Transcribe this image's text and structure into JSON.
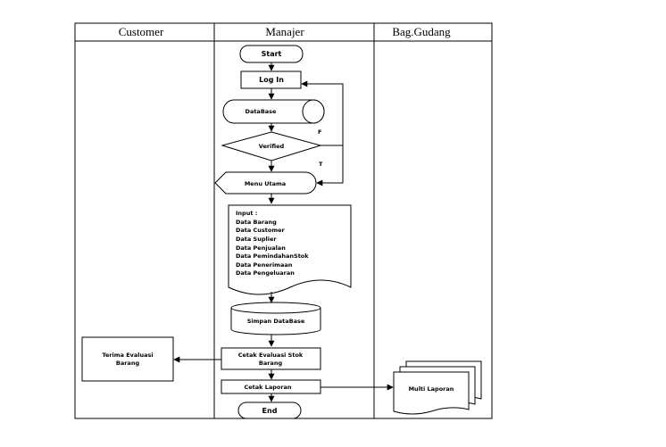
{
  "lanes": [
    {
      "title": "Customer"
    },
    {
      "title": "Manajer"
    },
    {
      "title": "Bag.Gudang"
    }
  ],
  "nodes": {
    "start": "Start",
    "login": "Log In",
    "database": "DataBase",
    "verified": "Verified",
    "label_false": "F",
    "label_true": "T",
    "menu_utama": "Menu Utama",
    "input_lines": [
      "Input :",
      "Data Barang",
      "Data Customer",
      "Data Suplier",
      "Data Penjualan",
      "Data PemindahanStok",
      "Data Penerimaan",
      "Data Pengeluaran"
    ],
    "simpan_database": "Simpan DataBase",
    "cetak_lines": [
      "Cetak Evaluasi Stok",
      "Barang"
    ],
    "terima_lines": [
      "Terima Evaluasi",
      "Barang"
    ],
    "cetak_laporan": "Cetak Laporan",
    "multi_laporan": "Multi Laporan",
    "end": "End"
  }
}
